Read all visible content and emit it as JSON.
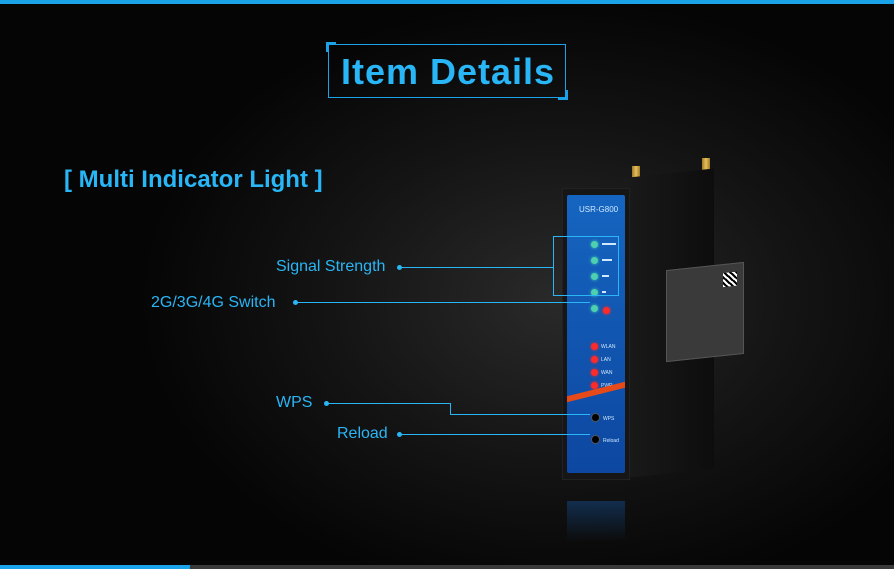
{
  "header": {
    "title": "Item Details"
  },
  "section": {
    "title": "[ Multi Indicator Light ]"
  },
  "callouts": {
    "signal_strength": "Signal Strength",
    "switch": "2G/3G/4G Switch",
    "wps": "WPS",
    "reload": "Reload"
  },
  "device": {
    "model": "USR-G800",
    "led_labels": [
      "WLAN",
      "LAN",
      "WAN",
      "PWR"
    ],
    "button_labels": [
      "WPS",
      "Reload"
    ]
  },
  "colors": {
    "accent": "#29b6f6",
    "panel": "#1565c0",
    "led_green": "#4dd0b0",
    "led_red": "#ff2a2a"
  }
}
